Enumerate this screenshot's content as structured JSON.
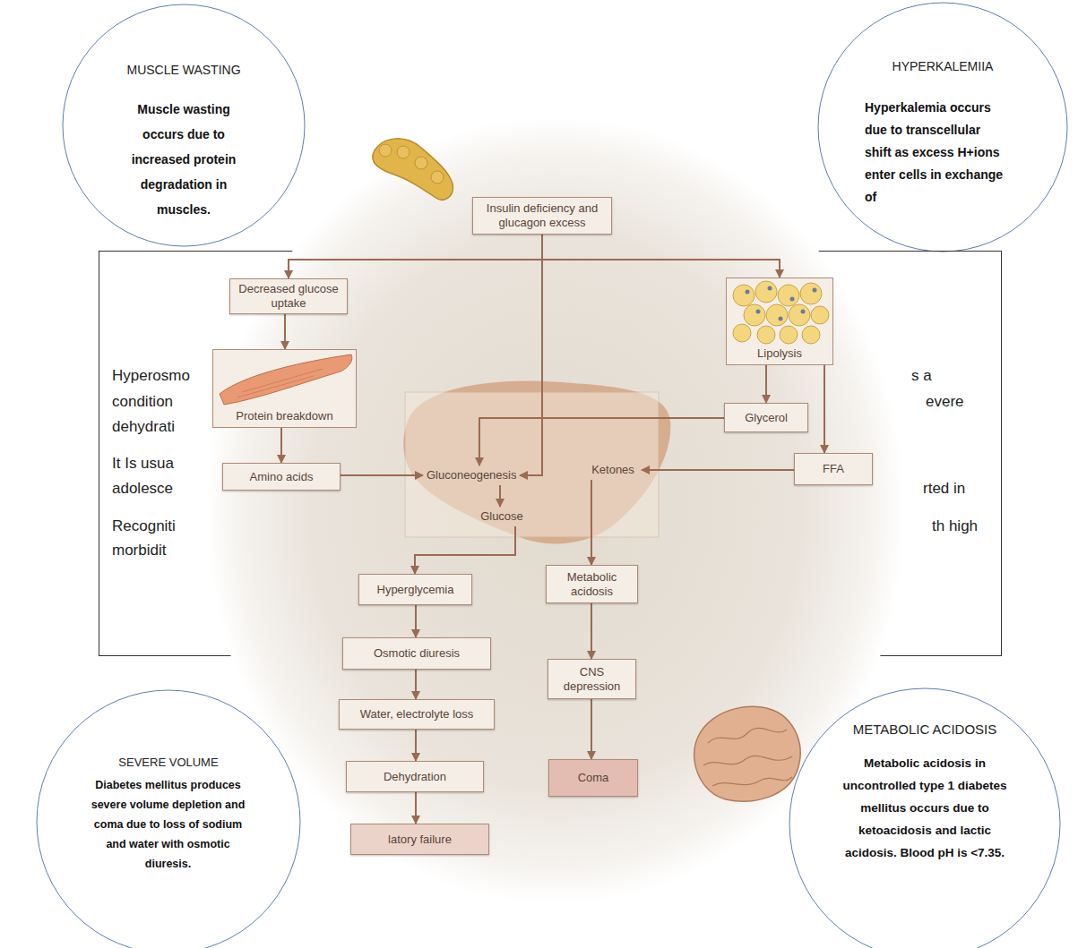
{
  "diagram": {
    "nodes": [
      {
        "text": [
          "MUSCLE WASTING",
          "Muscle wasting occurs due to increased protein degradation in muscles."
        ]
      },
      {
        "text": [
          "HYPERKALEMIIA",
          "Hyperkalemia occurs due to transcellular shift as excess H+ions enter cells in exchange of"
        ]
      },
      {
        "text": [
          "Hyperosmo",
          "s a",
          "condition",
          "evere",
          "dehydrati",
          "It Is usua",
          "adolesce",
          "rted in",
          "Recogniti",
          "th high",
          "morbidit"
        ]
      },
      {
        "text": [
          "Insulin deficiency and glucagon excess"
        ]
      },
      {
        "text": [
          "Decreased glucose uptake"
        ]
      },
      {
        "text": [
          "Lipolysis"
        ]
      },
      {
        "text": [
          "Protein breakdown"
        ]
      },
      {
        "text": [
          "Glycerol"
        ]
      },
      {
        "text": [
          "Amino acids"
        ]
      },
      {
        "text": [
          "Gluconeogenesis"
        ]
      },
      {
        "text": [
          "FFA"
        ]
      },
      {
        "text": [
          "Ketones"
        ]
      },
      {
        "text": [
          "Glucose"
        ]
      },
      {
        "text": [
          "Hyperglycemia"
        ]
      },
      {
        "text": [
          "Metabolic acidosis"
        ]
      },
      {
        "text": [
          "Osmotic diuresis"
        ]
      },
      {
        "text": [
          "CNS depression"
        ]
      },
      {
        "text": [
          "Water, electrolyte loss"
        ]
      },
      {
        "text": [
          "Dehydration"
        ]
      },
      {
        "text": [
          "Coma"
        ]
      },
      {
        "text": [
          "latory failure"
        ]
      },
      {
        "text": [
          "SEVERE VOLUME",
          "Diabetes mellitus produces severe volume depletion and coma due to loss of sodium and water with osmotic diuresis."
        ]
      },
      {
        "text": [
          "METABOLIC ACIDOSIS",
          "Metabolic acidosis in uncontrolled type 1 diabetes mellitus occurs due to ketoacidosis and lactic acidosis. Blood pH is <7.35."
        ]
      }
    ],
    "edges": [
      {
        "from": 3,
        "to": 4,
        "arrow": "to"
      },
      {
        "from": 3,
        "to": 5,
        "arrow": "to"
      },
      {
        "from": 3,
        "to": 9,
        "arrow": "to"
      },
      {
        "from": 4,
        "to": 6,
        "arrow": "to"
      },
      {
        "from": 6,
        "to": 8,
        "arrow": "to"
      },
      {
        "from": 5,
        "to": 7,
        "arrow": "to"
      },
      {
        "from": 5,
        "to": 10,
        "arrow": "to"
      },
      {
        "from": 7,
        "to": 9,
        "arrow": "to"
      },
      {
        "from": 8,
        "to": 9,
        "arrow": "to"
      },
      {
        "from": 10,
        "to": 11,
        "arrow": "to"
      },
      {
        "from": 9,
        "to": 12,
        "arrow": "to"
      },
      {
        "from": 12,
        "to": 13,
        "arrow": "to"
      },
      {
        "from": 11,
        "to": 14,
        "arrow": "to"
      },
      {
        "from": 13,
        "to": 15,
        "arrow": "to"
      },
      {
        "from": 15,
        "to": 17,
        "arrow": "to"
      },
      {
        "from": 17,
        "to": 18,
        "arrow": "to"
      },
      {
        "from": 18,
        "to": 20,
        "arrow": "to"
      },
      {
        "from": 14,
        "to": 16,
        "arrow": "to"
      },
      {
        "from": 16,
        "to": 19,
        "arrow": "to"
      }
    ]
  }
}
